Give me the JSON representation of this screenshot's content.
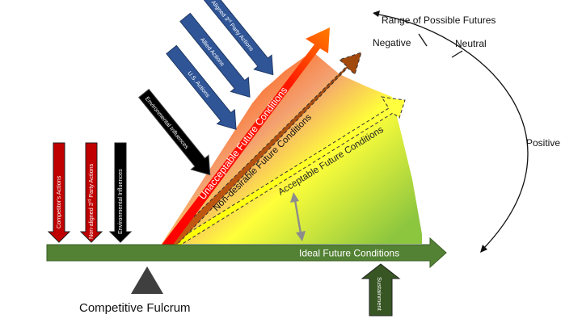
{
  "range": {
    "title": "Range of Possible Futures",
    "negative": "Negative",
    "neutral": "Neutral",
    "positive": "Positive"
  },
  "bands": {
    "unacceptable": "Unacceptable Future Conditions",
    "nondesirable": "Non-desirable Future Conditions",
    "acceptable": "Acceptable Future Conditions"
  },
  "base": {
    "ideal": "Ideal Future Conditions",
    "fulcrum": "Competitive Fulcrum",
    "sustainment": "Sustainment"
  },
  "pressures_down": {
    "competitor": "Competitor's Actions",
    "nonaligned_prefix": "Non-aligned 3",
    "nonaligned_sup": "rd",
    "nonaligned_suffix": " Party Actions",
    "environmental": "Environmental Influences"
  },
  "pressures_up": {
    "environmental": "Environmental Influences",
    "us": "U.S. Actions",
    "allied": "Allied Actions",
    "aligned_prefix": "Aligned 3",
    "aligned_sup": "rd",
    "aligned_suffix": " Party Actions"
  },
  "colors": {
    "ideal": "#548235",
    "red": "#ff0000",
    "brown": "#c55a11",
    "yellow": "#ffff00",
    "green": "#70ad47",
    "blue": "#2f5597",
    "crimson": "#c00000",
    "black": "#000000"
  }
}
